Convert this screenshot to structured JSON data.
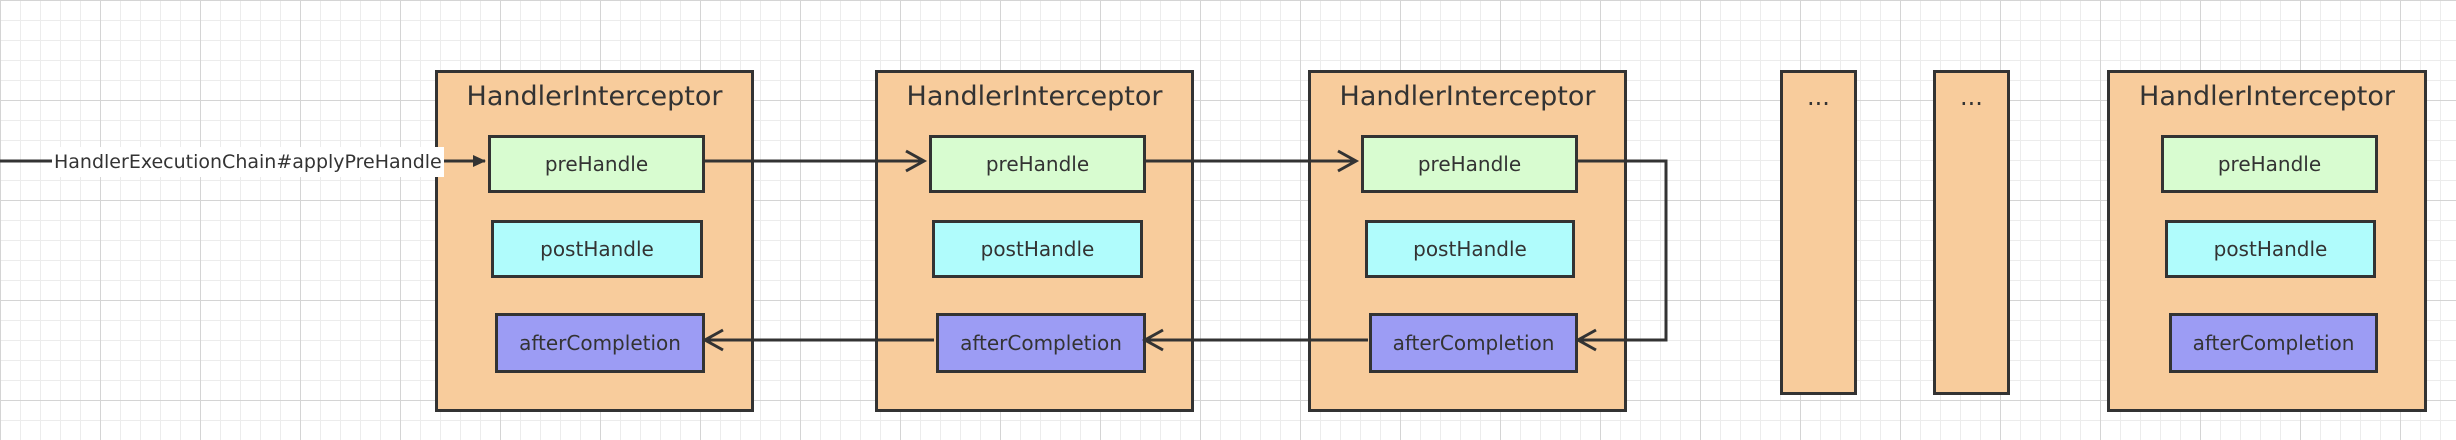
{
  "entry": {
    "label": "HandlerExecutionChain#applyPreHandle"
  },
  "interceptors": [
    {
      "title": "HandlerInterceptor",
      "pre_handle": "preHandle",
      "post_handle": "postHandle",
      "after_completion": "afterCompletion"
    },
    {
      "title": "HandlerInterceptor",
      "pre_handle": "preHandle",
      "post_handle": "postHandle",
      "after_completion": "afterCompletion"
    },
    {
      "title": "HandlerInterceptor",
      "pre_handle": "preHandle",
      "post_handle": "postHandle",
      "after_completion": "afterCompletion"
    },
    {
      "title": "HandlerInterceptor",
      "pre_handle": "preHandle",
      "post_handle": "postHandle",
      "after_completion": "afterCompletion"
    }
  ],
  "ellipses": [
    {
      "text": "..."
    },
    {
      "text": "..."
    }
  ],
  "colors": {
    "interceptor_fill": "#f8cc9c",
    "pre_handle_fill": "#d8fcd0",
    "post_handle_fill": "#b0fcfc",
    "after_completion_fill": "#9c9cf4",
    "stroke": "#333333"
  }
}
